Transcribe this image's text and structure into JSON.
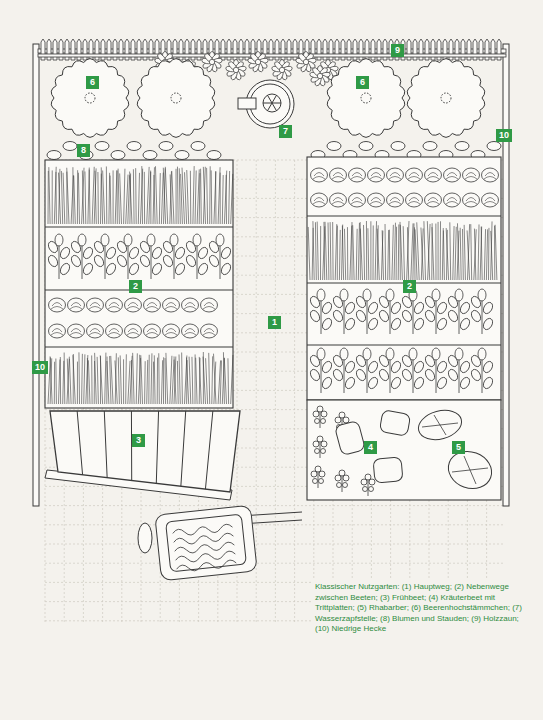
{
  "diagram": {
    "caption": "Klassischer Nutzgarten: (1) Hauptweg; (2) Nebenwege zwischen Beeten; (3) Frühbeet; (4) Kräuterbeet mit Trittplatten; (5) Rhabarber; (6) Beerenhochstämmchen; (7) Wasserzapfstelle; (8) Blumen und Stauden; (9) Holzzaun; (10) Niedrige Hecke",
    "nodes": [
      {
        "text": [
          "9"
        ]
      },
      {
        "text": [
          "6"
        ]
      },
      {
        "text": [
          "6"
        ]
      },
      {
        "text": [
          "7"
        ]
      },
      {
        "text": [
          "10"
        ]
      },
      {
        "text": [
          "8"
        ]
      },
      {
        "text": [
          "2"
        ]
      },
      {
        "text": [
          "2"
        ]
      },
      {
        "text": [
          "1"
        ]
      },
      {
        "text": [
          "10"
        ]
      },
      {
        "text": [
          "3"
        ]
      },
      {
        "text": [
          "4"
        ]
      },
      {
        "text": [
          "5"
        ]
      }
    ]
  }
}
